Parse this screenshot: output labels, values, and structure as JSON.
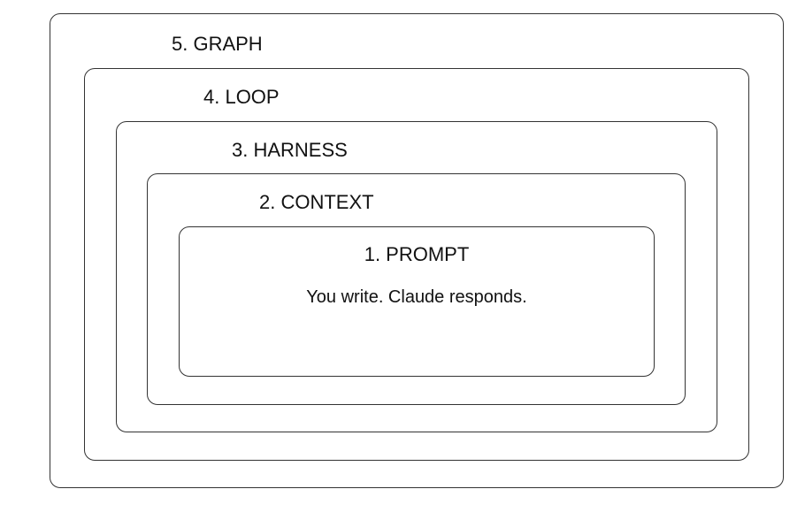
{
  "layers": [
    {
      "label": "1. PROMPT",
      "description": "You write. Claude responds."
    },
    {
      "label": "2. CONTEXT"
    },
    {
      "label": "3. HARNESS"
    },
    {
      "label": "4. LOOP"
    },
    {
      "label": "5. GRAPH"
    }
  ],
  "colors": {
    "border": "#333333",
    "text": "#111111",
    "background": "#ffffff"
  }
}
